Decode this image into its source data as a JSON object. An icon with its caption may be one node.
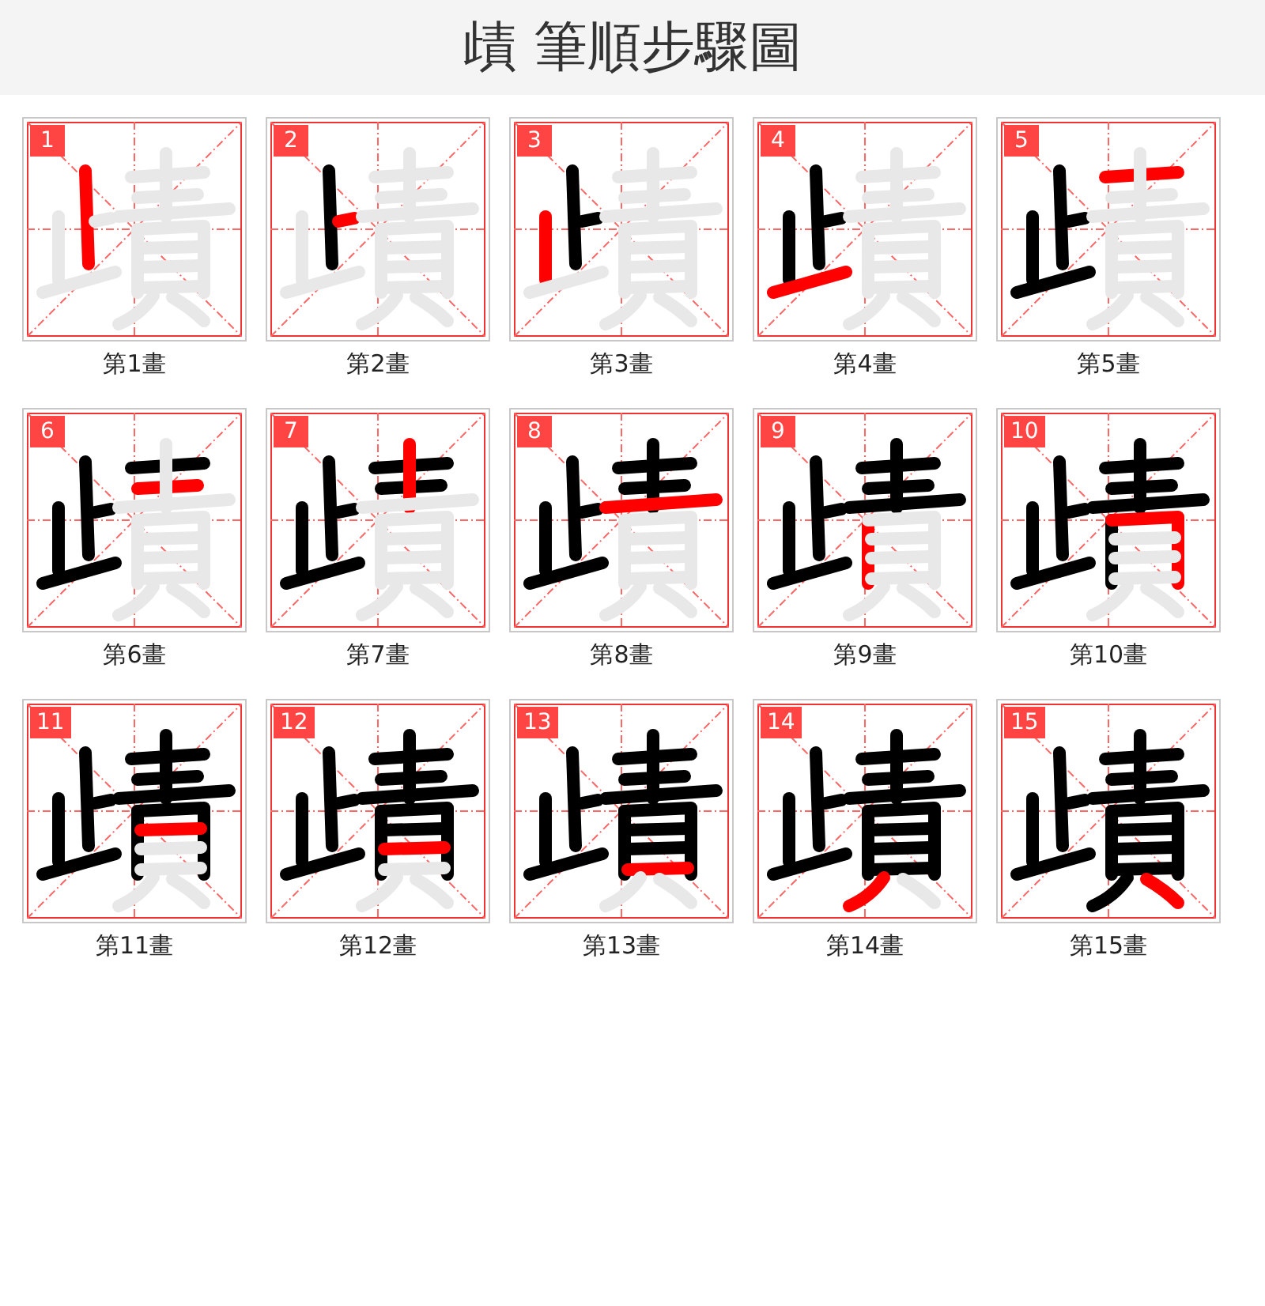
{
  "diagram": {
    "title": "歵 筆順步驟圖",
    "nodes": [
      {
        "text": [
          "1"
        ],
        "beside": [
          "第1畫"
        ]
      },
      {
        "text": [
          "2"
        ],
        "beside": [
          "第2畫"
        ]
      },
      {
        "text": [
          "3"
        ],
        "beside": [
          "第3畫"
        ]
      },
      {
        "text": [
          "4"
        ],
        "beside": [
          "第4畫"
        ]
      },
      {
        "text": [
          "5"
        ],
        "beside": [
          "第5畫"
        ]
      },
      {
        "text": [
          "6"
        ],
        "beside": [
          "第6畫"
        ]
      },
      {
        "text": [
          "7"
        ],
        "beside": [
          "第7畫"
        ]
      },
      {
        "text": [
          "8"
        ],
        "beside": [
          "第8畫"
        ]
      },
      {
        "text": [
          "9"
        ],
        "beside": [
          "第9畫"
        ]
      },
      {
        "text": [
          "10"
        ],
        "beside": [
          "第10畫"
        ]
      },
      {
        "text": [
          "11"
        ],
        "beside": [
          "第11畫"
        ]
      },
      {
        "text": [
          "12"
        ],
        "beside": [
          "第12畫"
        ]
      },
      {
        "text": [
          "13"
        ],
        "beside": [
          "第13畫"
        ]
      },
      {
        "text": [
          "14"
        ],
        "beside": [
          "第14畫"
        ]
      },
      {
        "text": [
          "15"
        ],
        "beside": [
          "第15畫"
        ]
      }
    ]
  }
}
